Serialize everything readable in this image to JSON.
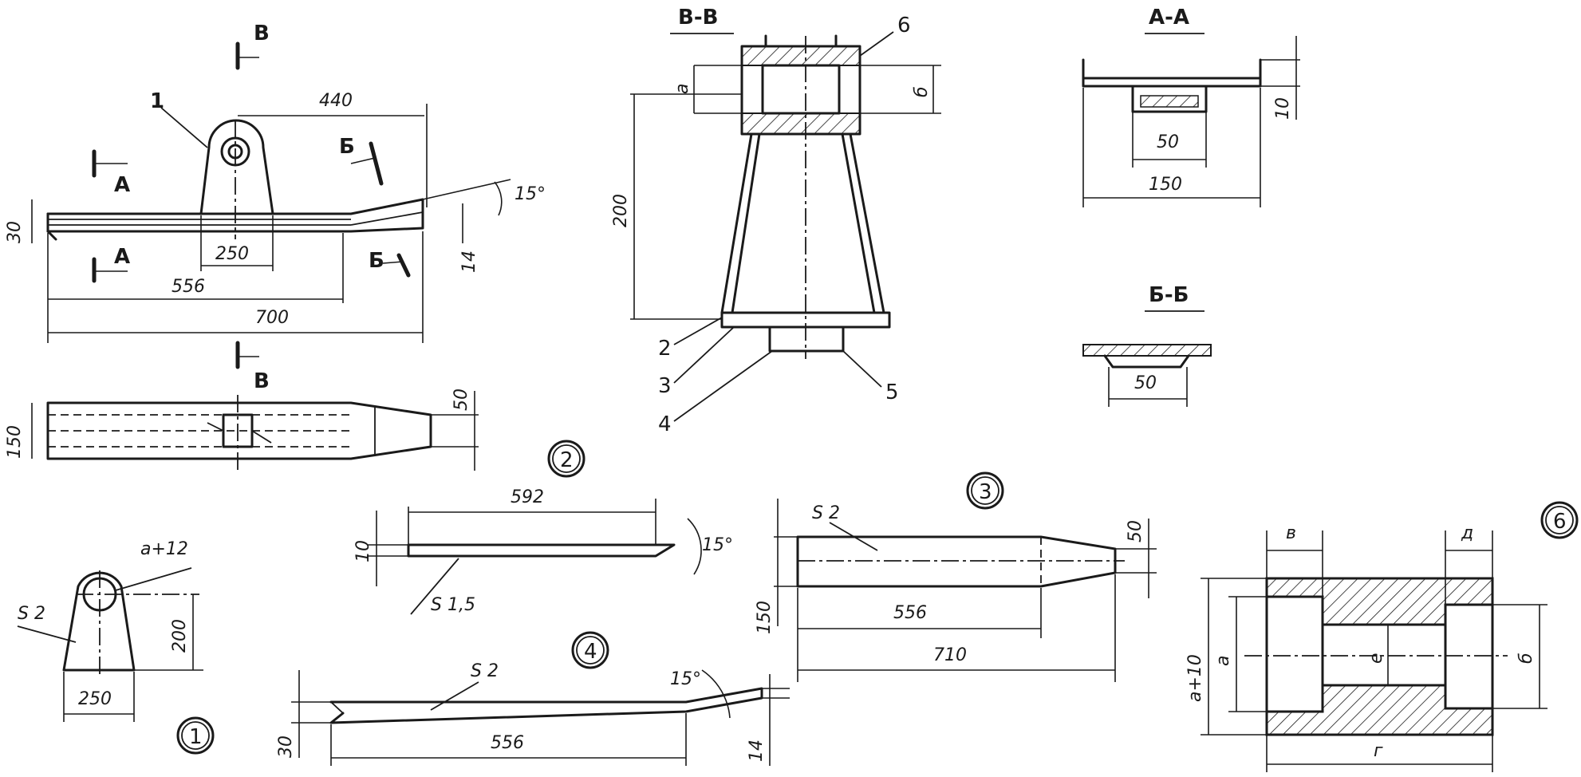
{
  "sections": {
    "b_marker": "В",
    "a_marker": "А",
    "be_marker": "Б",
    "bb_title": "В-В",
    "aa_title": "А-А",
    "bebe_title": "Б-Б"
  },
  "callouts": [
    "1",
    "2",
    "3",
    "4",
    "5",
    "6"
  ],
  "part_numbers": [
    "1",
    "2",
    "3",
    "4",
    "6"
  ],
  "main_view": {
    "dim_440": "440",
    "dim_15deg": "15°",
    "dim_30": "30",
    "dim_250": "250",
    "dim_14": "14",
    "dim_556": "556",
    "dim_700": "700",
    "dim_150": "150",
    "dim_50": "50"
  },
  "section_bb": {
    "dim_a": "а",
    "dim_b": "б",
    "dim_200": "200"
  },
  "section_aa": {
    "dim_10": "10",
    "dim_50": "50",
    "dim_150": "150"
  },
  "section_bebe": {
    "dim_50": "50"
  },
  "part1": {
    "dim_a12": "а+12",
    "thickness": "S 2",
    "dim_200": "200",
    "dim_250": "250"
  },
  "part2": {
    "dim_592": "592",
    "dim_15deg": "15°",
    "dim_10": "10",
    "thickness": "S 1,5"
  },
  "part3": {
    "thickness": "S 2",
    "dim_50": "50",
    "dim_150": "150",
    "dim_556": "556",
    "dim_710": "710"
  },
  "part4": {
    "thickness": "S 2",
    "dim_15deg": "15°",
    "dim_30": "30",
    "dim_556": "556",
    "dim_14": "14"
  },
  "part6": {
    "dim_v": "в",
    "dim_d": "д",
    "dim_a10": "а+10",
    "dim_a": "а",
    "dim_e": "е",
    "dim_b": "б",
    "dim_g": "г"
  }
}
